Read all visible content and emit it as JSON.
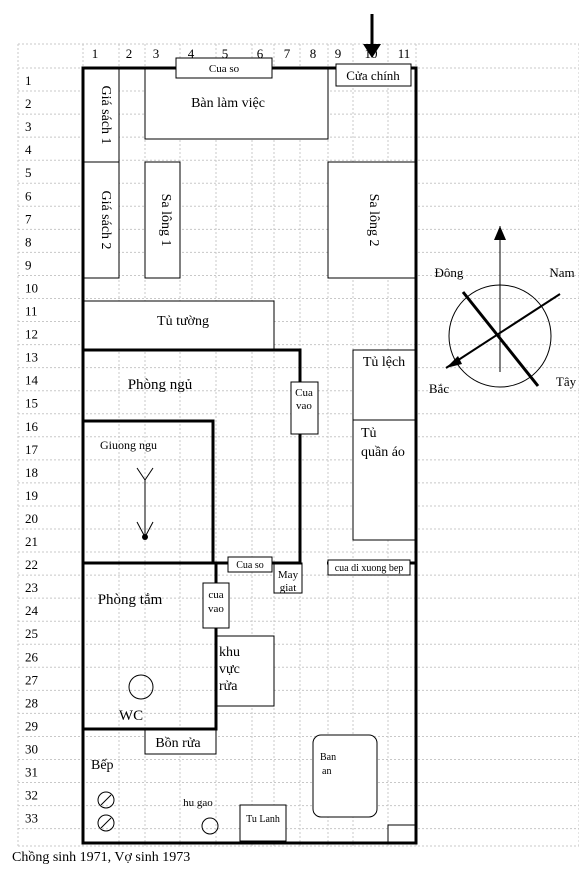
{
  "columns": [
    "1",
    "2",
    "3",
    "4",
    "5",
    "6",
    "7",
    "8",
    "9",
    "10",
    "11"
  ],
  "rows": [
    "1",
    "2",
    "3",
    "4",
    "5",
    "6",
    "7",
    "8",
    "9",
    "10",
    "11",
    "12",
    "13",
    "14",
    "15",
    "16",
    "17",
    "18",
    "19",
    "20",
    "21",
    "22",
    "23",
    "24",
    "25",
    "26",
    "27",
    "28",
    "29",
    "30",
    "31",
    "32",
    "33"
  ],
  "colors": {
    "row_normal": "#00007f",
    "row_highlight": "#c00000",
    "col_highlight": "#c00000"
  },
  "labels": {
    "cua_so_top": "Cua so",
    "cua_chinh": "Cửa chính",
    "ban_lam_viec": "Bàn làm việc",
    "gia_sach_1": "Giá sách 1",
    "gia_sach_2": "Giá sách 2",
    "sa_long_1": "Sa lông 1",
    "sa_long_2": "Sa lông 2",
    "tu_tuong": "Tủ tường",
    "phong_ngu": "Phòng ngủ",
    "tu_lech": "Tủ lệch",
    "tu_quan_ao_1": "Tủ",
    "tu_quan_ao_2": "quần áo",
    "cua_vao_1a": "Cua",
    "cua_vao_1b": "vao",
    "giuong_ngu": "Giuong ngu",
    "cua_so_mid": "Cua so",
    "may_giat_1": "May",
    "may_giat_2": "giat",
    "cua_di_xuong_bep": "cua di xuong bep",
    "phong_tam": "Phòng tắm",
    "cua_vao_2a": "cua",
    "cua_vao_2b": "vao",
    "khu_vuc_rua_1": "khu",
    "khu_vuc_rua_2": "vực",
    "khu_vuc_rua_3": "rửa",
    "wc": "WC",
    "bon_rua": "Bồn rửa",
    "bep": "Bếp",
    "ban_an_1": "Ban",
    "ban_an_2": "an",
    "hu_gao": "hu gao",
    "tu_lanh": "Tu Lanh"
  },
  "compass": {
    "dong": "Đông",
    "nam": "Nam",
    "bac": "Bắc",
    "tay": "Tây"
  },
  "caption": "Chồng sinh 1971, Vợ sinh 1973"
}
